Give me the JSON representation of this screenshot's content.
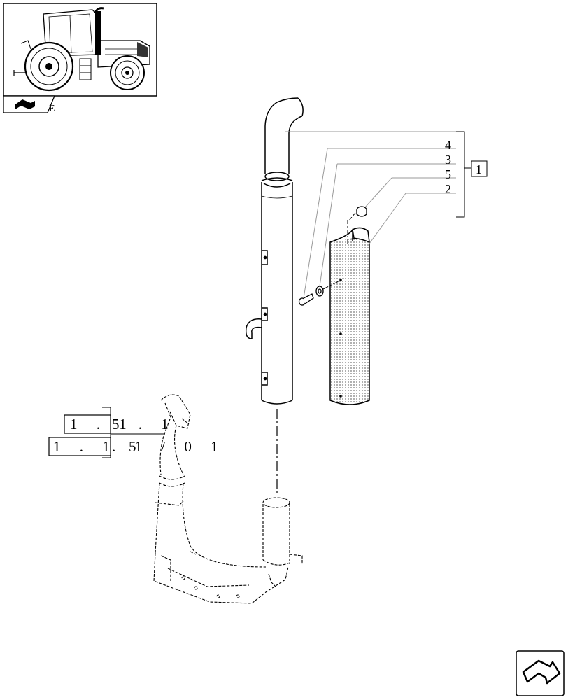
{
  "diagram": {
    "thumbnail_letter": "E",
    "callouts": [
      {
        "id": "c4",
        "label": "4"
      },
      {
        "id": "c3",
        "label": "3"
      },
      {
        "id": "c5",
        "label": "5"
      },
      {
        "id": "c2",
        "label": "2"
      }
    ],
    "assembly_label": "1",
    "references": [
      {
        "boxed": "1 . 1",
        "tail": "5 . 1"
      },
      {
        "boxed": "1 . 1 5",
        "tail": ". 1 / 0 1"
      }
    ],
    "nav_icon": "next-page-arrow-icon",
    "book_icon": "book-icon"
  }
}
